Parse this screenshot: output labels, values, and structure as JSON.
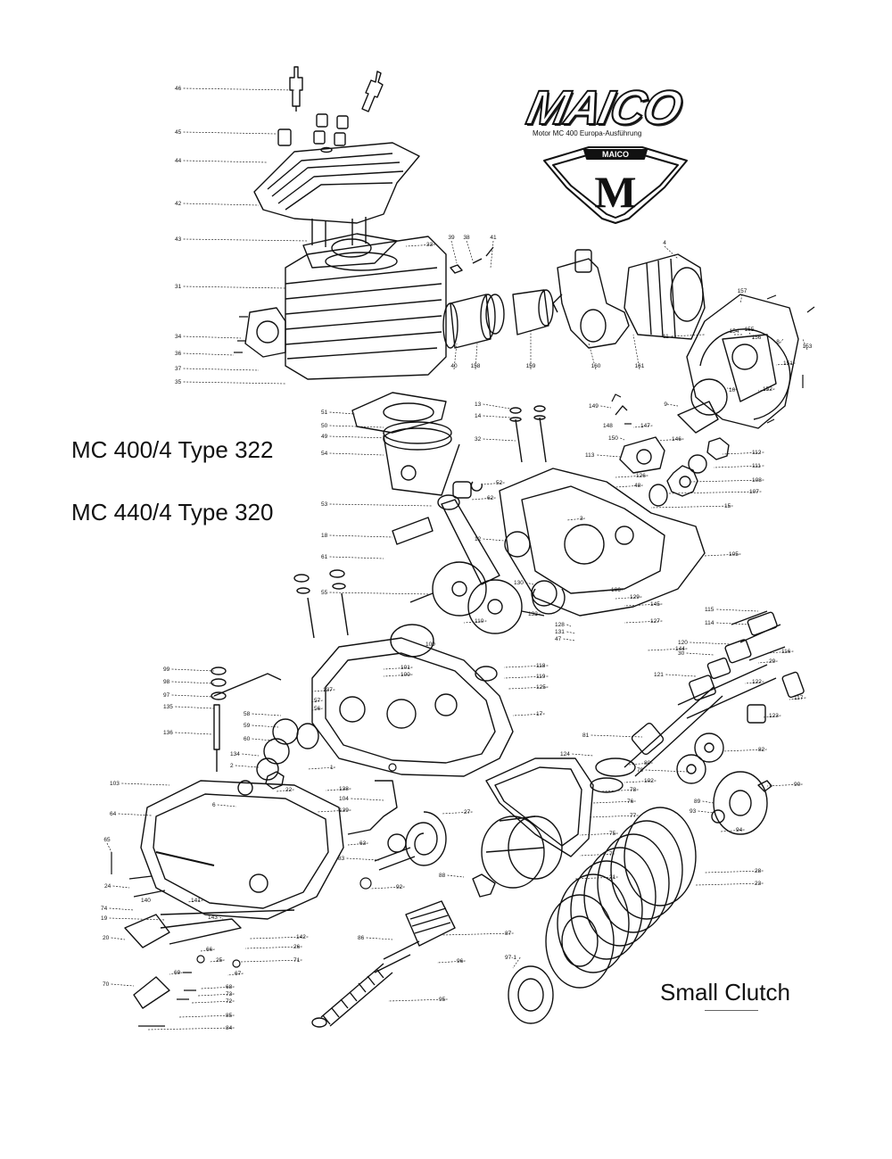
{
  "logo": {
    "brand": "MAICO",
    "subtitle": "Motor MC 400 Europa-Ausführung",
    "badge_text": "MAICO",
    "badge_letter": "M"
  },
  "captions": {
    "model1": "MC 400/4 Type 322",
    "model2": "MC 440/4 Type 320",
    "clutch": "Small Clutch"
  },
  "part_labels": [
    "46",
    "45",
    "44",
    "42",
    "43",
    "33",
    "31",
    "34",
    "36",
    "37",
    "35",
    "39",
    "38",
    "41",
    "40",
    "158",
    "159",
    "160",
    "161",
    "4",
    "157",
    "154",
    "155",
    "156",
    "8",
    "153",
    "11",
    "151",
    "152",
    "10",
    "149",
    "9",
    "148",
    "147",
    "150",
    "146",
    "113",
    "112",
    "111",
    "108",
    "107",
    "15",
    "13",
    "14",
    "32",
    "51",
    "50",
    "49",
    "54",
    "52",
    "62",
    "126",
    "48",
    "53",
    "18",
    "3",
    "61",
    "105",
    "12",
    "130",
    "106",
    "129",
    "132",
    "145",
    "128",
    "131",
    "127",
    "47",
    "144",
    "55",
    "110",
    "109",
    "115",
    "114",
    "120",
    "116",
    "30",
    "29",
    "101",
    "100",
    "99",
    "98",
    "97",
    "135",
    "136",
    "137",
    "57",
    "56",
    "58",
    "59",
    "60",
    "134",
    "2",
    "1",
    "125",
    "17",
    "118",
    "119",
    "121",
    "122",
    "117",
    "123",
    "81",
    "82",
    "124",
    "80",
    "79",
    "102",
    "78",
    "76",
    "77",
    "75",
    "7",
    "21",
    "103",
    "22",
    "138",
    "6",
    "104",
    "64",
    "139",
    "27",
    "63",
    "65",
    "83",
    "92",
    "88",
    "90",
    "89",
    "93",
    "94",
    "28",
    "23",
    "24",
    "140",
    "141",
    "74",
    "19",
    "20",
    "143",
    "142",
    "26",
    "71",
    "25",
    "66",
    "67",
    "70",
    "69",
    "68",
    "73",
    "72",
    "85",
    "84",
    "86",
    "87",
    "96",
    "95",
    "97-1"
  ]
}
